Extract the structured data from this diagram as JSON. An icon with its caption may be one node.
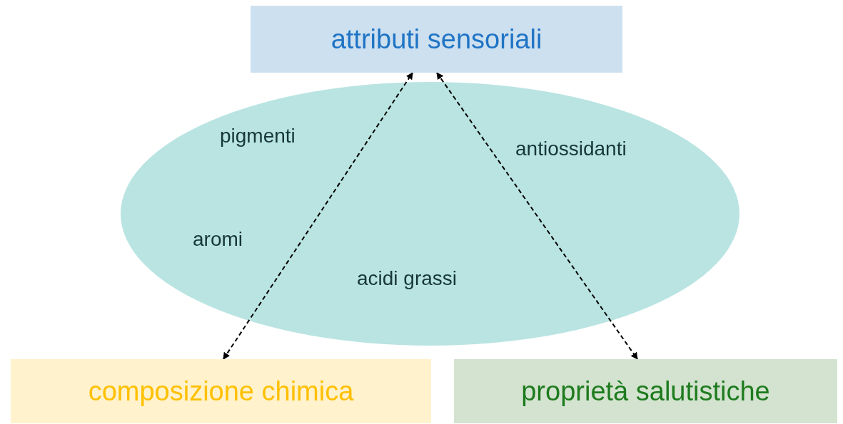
{
  "diagram": {
    "nodes": [
      {
        "text": [
          "attributi sensoriali"
        ]
      },
      {
        "text": [
          "composizione chimica"
        ]
      },
      {
        "text": [
          "proprietà salutistiche"
        ]
      }
    ],
    "edges": [
      {
        "from": 1,
        "to": 0,
        "arrow": "both",
        "style": "dashed"
      },
      {
        "from": 0,
        "to": 2,
        "arrow": "both",
        "style": "dashed"
      }
    ],
    "labels": [
      "pigmenti",
      "antiossidanti",
      "aromi",
      "acidi grassi"
    ]
  }
}
